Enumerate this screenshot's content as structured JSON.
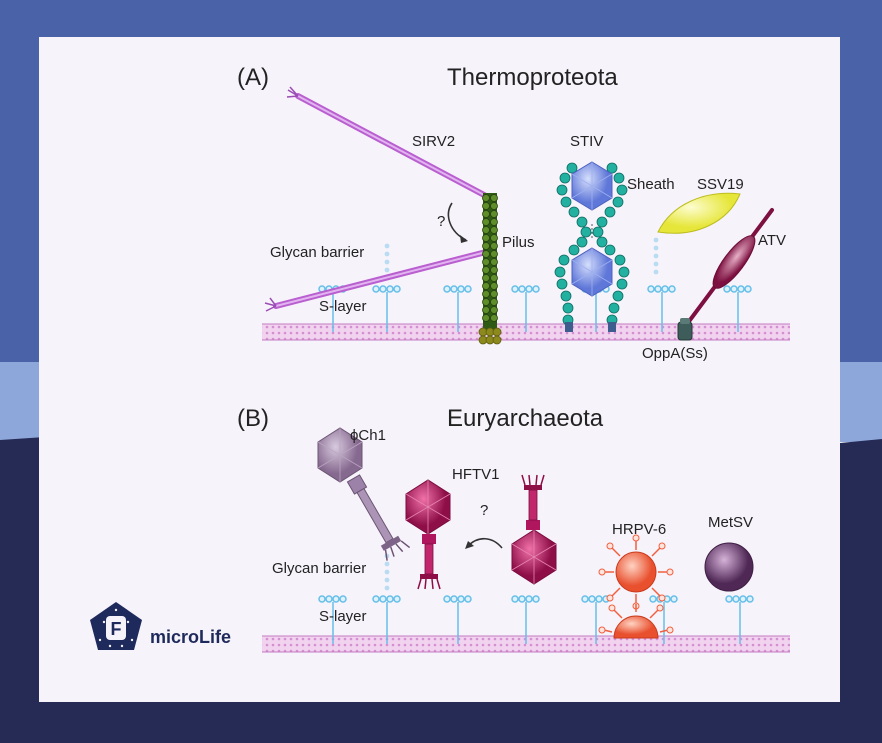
{
  "panel_a": {
    "letter": "(A)",
    "title": "Thermoproteota",
    "labels": {
      "sirv2": "SIRV2",
      "question": "?",
      "pilus": "Pilus",
      "glycan": "Glycan barrier",
      "slayer": "S-layer",
      "stiv": "STIV",
      "sheath": "Sheath",
      "ssv19": "SSV19",
      "atv": "ATV",
      "oppa": "OppA(Ss)"
    }
  },
  "panel_b": {
    "letter": "(B)",
    "title": "Euryarchaeota",
    "labels": {
      "phich1": "ϕCh1",
      "hftv1": "HFTV1",
      "question": "?",
      "glycan": "Glycan barrier",
      "slayer": "S-layer",
      "hrpv6": "HRPV-6",
      "metsv": "MetSV"
    }
  },
  "logo": {
    "text": "microLife",
    "letter": "F"
  },
  "colors": {
    "background_top": "#4a63a8",
    "background_band": "#8ea7db",
    "background_bottom": "#262b55",
    "panel": "#f7f3fb",
    "membrane": "#e8b8e4",
    "slayer": "#66bfe8",
    "sirv2": "#c070d8",
    "pilus": "#3d6b1f",
    "stiv_capsid": "#7f93e8",
    "stiv_sheath": "#2aa89a",
    "ssv19": "#f0f060",
    "atv": "#8a1548",
    "phich1": "#9c82a8",
    "hftv1": "#b0165e",
    "hrpv6": "#f06040",
    "metsv": "#6a3d70"
  }
}
